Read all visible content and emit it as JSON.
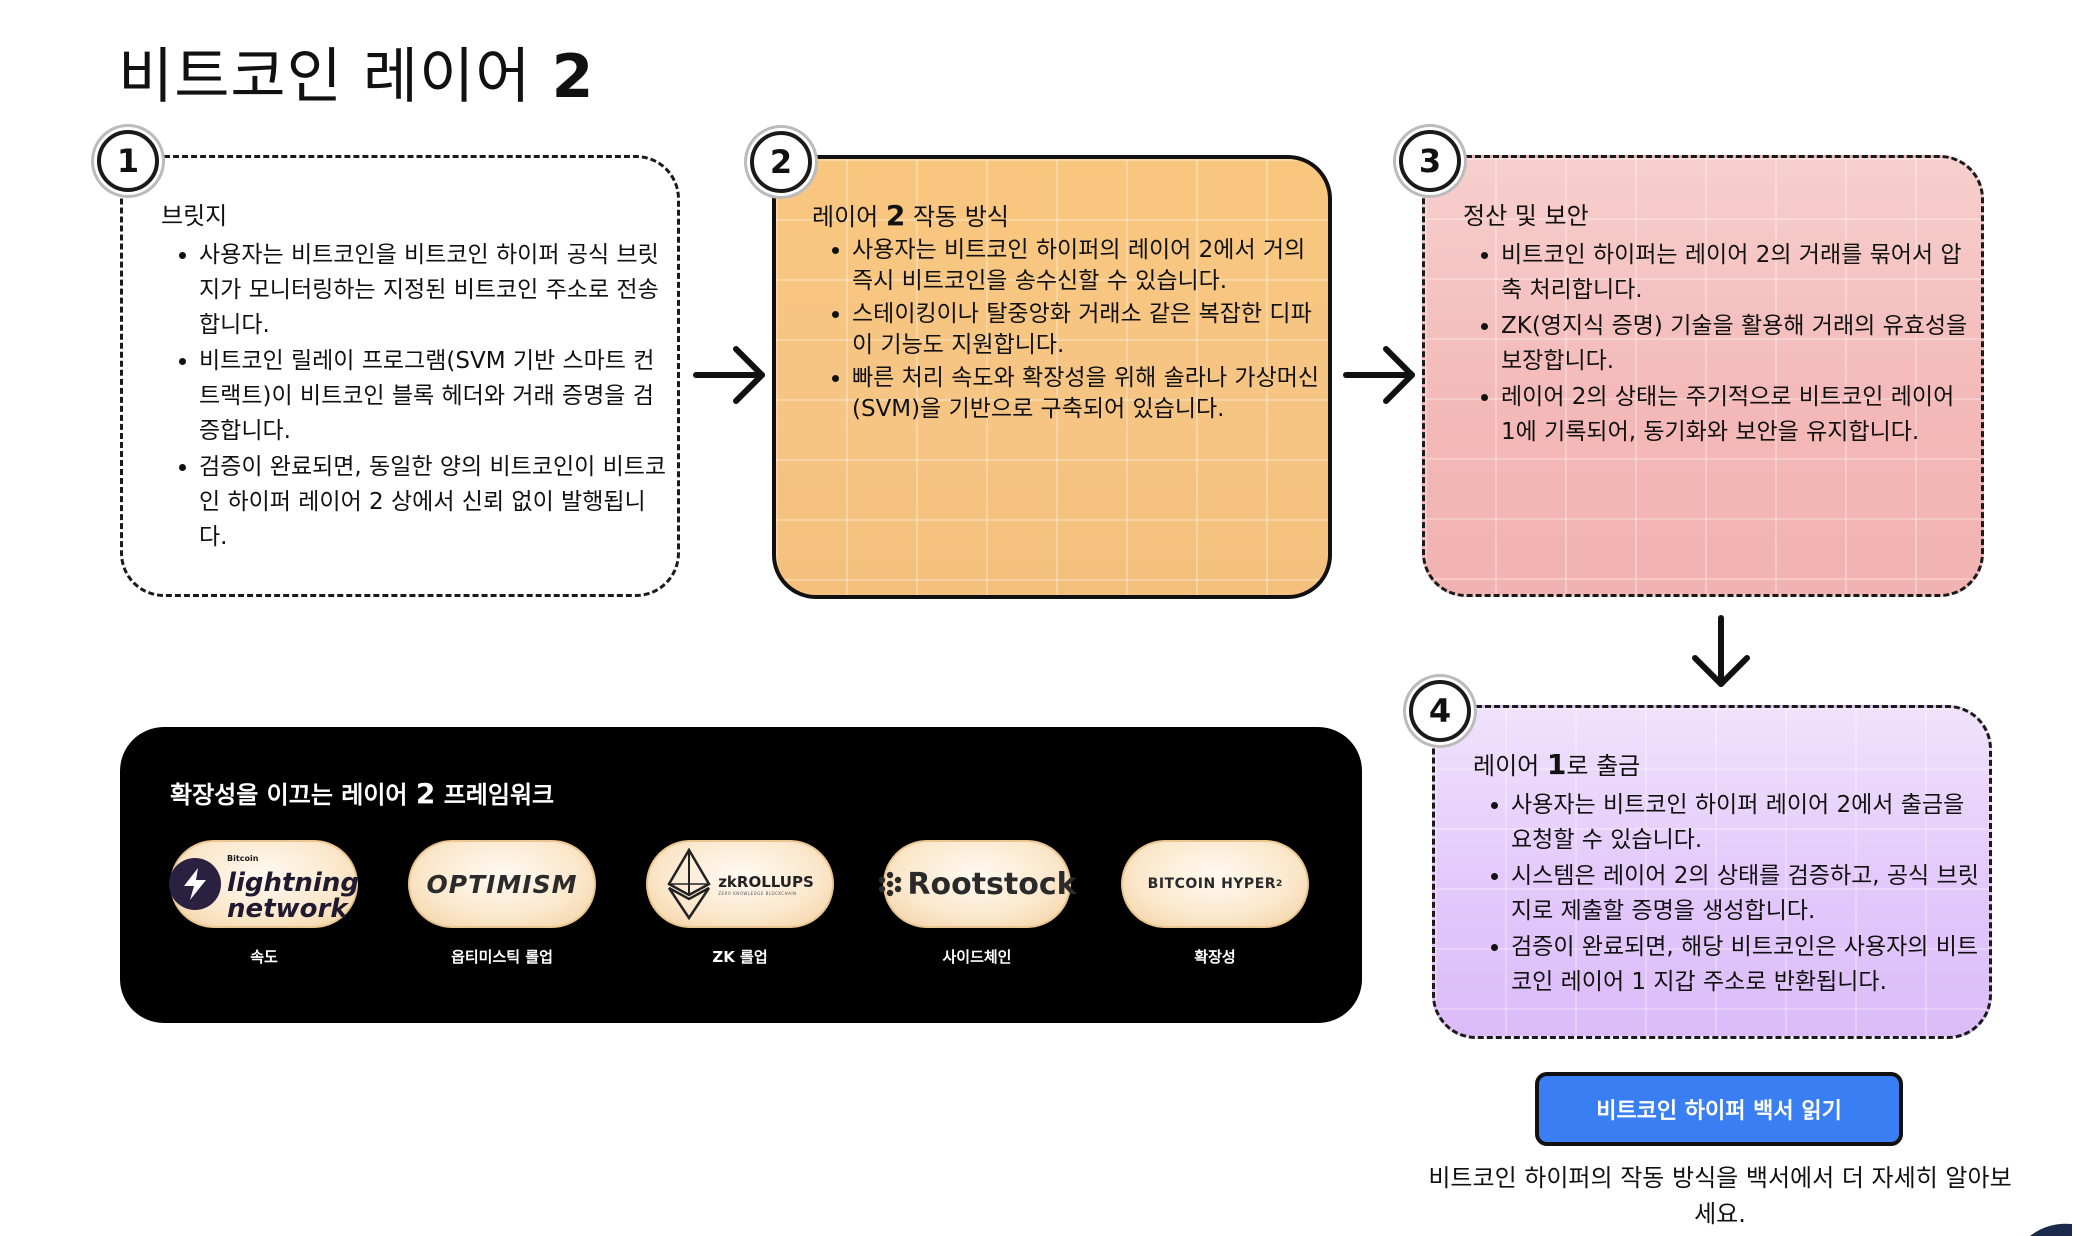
{
  "page": {
    "title_text": "비트코인 레이어",
    "title_number": "2"
  },
  "cards": [
    {
      "badge": "1",
      "heading": "브릿지",
      "heading_number": "",
      "heading_suffix": "",
      "bullets": [
        "사용자는 비트코인을 비트코인 하이퍼 공식 브릿지가 모니터링하는 지정된 비트코인 주소로 전송합니다.",
        "비트코인 릴레이 프로그램(SVM 기반 스마트 컨트랙트)이 비트코인 블록 헤더와 거래 증명을 검증합니다.",
        "검증이 완료되면, 동일한 양의 비트코인이 비트코인 하이퍼 레이어 2 상에서 신뢰 없이 발행됩니다."
      ],
      "bg_color": "#ffffff"
    },
    {
      "badge": "2",
      "heading": "레이어",
      "heading_number": "2",
      "heading_suffix": "작동 방식",
      "bullets": [
        "사용자는 비트코인 하이퍼의 레이어 2에서 거의 즉시 비트코인을 송수신할 수 있습니다.",
        "스테이킹이나 탈중앙화 거래소 같은 복잡한 디파이 기능도 지원합니다.",
        "빠른 처리 속도와 확장성을 위해 솔라나 가상머신(SVM)을 기반으로 구축되어 있습니다."
      ],
      "bg_color": "#f8c67d"
    },
    {
      "badge": "3",
      "heading": "정산 및 보안",
      "heading_number": "",
      "heading_suffix": "",
      "bullets": [
        "비트코인 하이퍼는 레이어 2의 거래를 묶어서 압축 처리합니다.",
        "ZK(영지식 증명) 기술을 활용해 거래의 유효성을 보장합니다.",
        "레이어 2의 상태는 주기적으로 비트코인 레이어 1에 기록되어, 동기화와 보안을 유지합니다."
      ],
      "bg_color": "#f3b8b7"
    },
    {
      "badge": "4",
      "heading": "레이어",
      "heading_number": "1",
      "heading_suffix": "로 출금",
      "bullets": [
        "사용자는 비트코인 하이퍼 레이어 2에서 출금을 요청할 수 있습니다.",
        "시스템은 레이어 2의 상태를 검증하고, 공식 브릿지로 제출할 증명을 생성합니다.",
        "검증이 완료되면, 해당 비트코인은 사용자의 비트코인 레이어 1 지갑 주소로 반환됩니다."
      ],
      "bg_color": "#e3c8fb"
    }
  ],
  "framework": {
    "title_prefix": "확장성을 이끄는 레이어",
    "title_number": "2",
    "title_suffix": "프레임워크",
    "items": [
      {
        "logo_small": "Bitcoin",
        "logo_line1": "lightning",
        "logo_line2": "network",
        "label": "속도",
        "icon": "lightning-bolt-icon"
      },
      {
        "logo": "OPTIMISM",
        "label": "옵티미스틱 롤업",
        "icon": ""
      },
      {
        "logo": "zkROLLUPS",
        "logo_sub": "ZERO KNOWLEDGE BLOCKCHAIN",
        "label": "ZK 롤업",
        "icon": "ethereum-icon"
      },
      {
        "logo": "Rootstock",
        "label": "사이드체인",
        "icon": "rootstock-dots-icon"
      },
      {
        "logo": "BITCOIN HYPER",
        "logo_sup": "2",
        "label": "확장성",
        "icon": ""
      }
    ]
  },
  "cta": {
    "button_label": "비트코인 하이퍼 백서 읽기",
    "note": "비트코인 하이퍼의 작동 방식을 백서에서 더 자세히 알아보세요."
  },
  "colors": {
    "accent_blue": "#3a7ef3",
    "orange_card": "#f8c67d",
    "pink_card": "#f3b8b7",
    "purple_card": "#e3c8fb",
    "dark_panel": "#000000"
  }
}
